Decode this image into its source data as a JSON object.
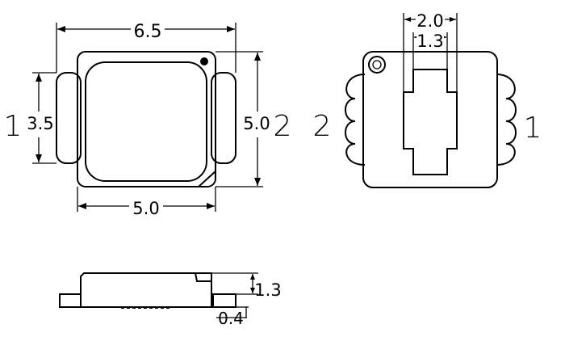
{
  "top_view": {
    "dim_width_total": "6.5",
    "dim_height_pad": "3.5",
    "dim_height_body": "5.0",
    "dim_width_body": "5.0",
    "pin_left": "1",
    "pin_right": "2"
  },
  "bottom_view": {
    "dim_outer": "2.0",
    "dim_inner": "1.3",
    "pin_left": "2",
    "pin_right": "1"
  },
  "side_view": {
    "dim_height": "1.3",
    "dim_lead": "0.4"
  }
}
